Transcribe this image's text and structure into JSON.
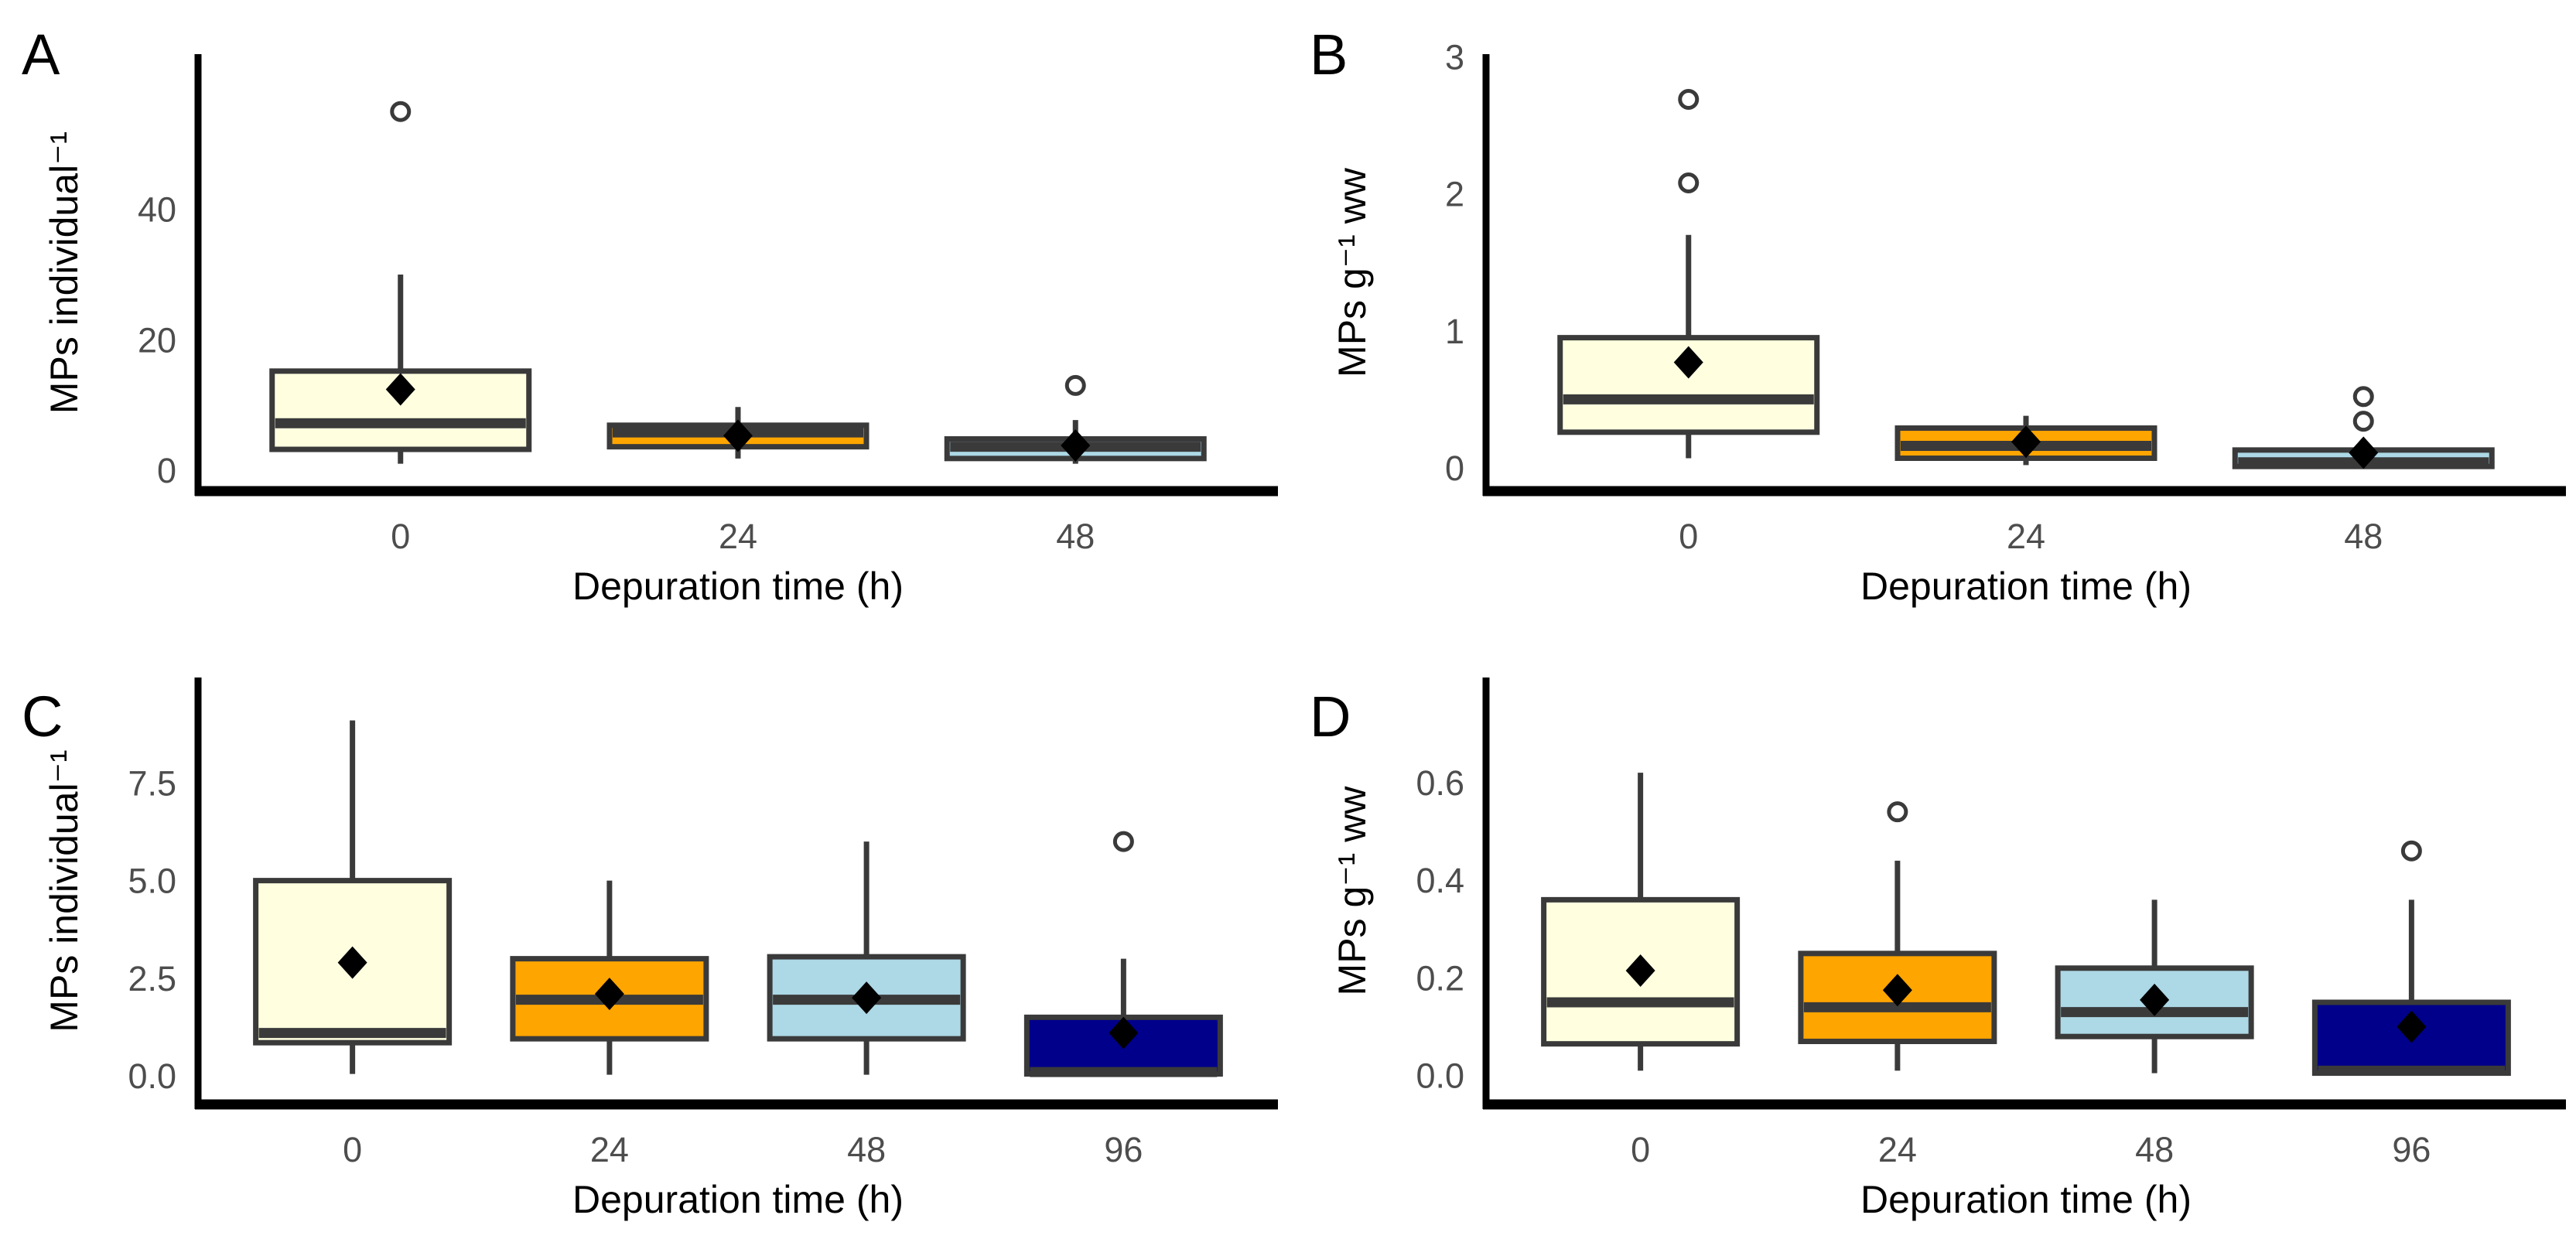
{
  "figure": {
    "background": "#FFFFFF",
    "ink_color": "#3A3A3A",
    "axis_line_color": "#000000",
    "tick_label_color": "#4D4D4D",
    "text_color": "#000000",
    "mean_marker_color": "#000000"
  },
  "chart_data": {
    "type": "boxplot",
    "layout": "2x2-panels",
    "legend": "none",
    "grid": "off",
    "panels": [
      {
        "label": "A",
        "ylabel": "MPs individual⁻¹",
        "xlabel": "Depuration time (h)",
        "categories": [
          "0",
          "24",
          "48"
        ],
        "ylim": [
          -3.2,
          63.8
        ],
        "yticks": [
          {
            "value": 0,
            "label": "0"
          },
          {
            "value": 20,
            "label": "20"
          },
          {
            "value": 40,
            "label": "40"
          }
        ],
        "groups": [
          {
            "category": "0",
            "fill": "#FFFFE0",
            "whisker_low": 1.0,
            "q1": 3.2,
            "median": 7.2,
            "q3": 15.2,
            "whisker_high": 30.0,
            "mean": 12.4,
            "outliers": [
              55.0
            ]
          },
          {
            "category": "24",
            "fill": "#FFA500",
            "whisker_low": 1.8,
            "q1": 3.6,
            "median": 5.8,
            "q3": 6.9,
            "whisker_high": 9.7,
            "mean": 5.3,
            "outliers": []
          },
          {
            "category": "48",
            "fill": "#ADD8E6",
            "whisker_low": 1.0,
            "q1": 1.8,
            "median": 3.6,
            "q3": 4.8,
            "whisker_high": 7.7,
            "mean": 3.8,
            "outliers": [
              13.0
            ]
          }
        ]
      },
      {
        "label": "B",
        "ylabel": "MPs g⁻¹ ww",
        "xlabel": "Depuration time (h)",
        "categories": [
          "0",
          "24",
          "48"
        ],
        "ylim": [
          -0.17,
          3.02
        ],
        "yticks": [
          {
            "value": 0,
            "label": "0"
          },
          {
            "value": 1,
            "label": "1"
          },
          {
            "value": 2,
            "label": "2"
          },
          {
            "value": 3,
            "label": "3"
          }
        ],
        "groups": [
          {
            "category": "0",
            "fill": "#FFFFE0",
            "whisker_low": 0.07,
            "q1": 0.26,
            "median": 0.5,
            "q3": 0.95,
            "whisker_high": 1.7,
            "mean": 0.77,
            "outliers": [
              2.08,
              2.69
            ]
          },
          {
            "category": "24",
            "fill": "#FFA500",
            "whisker_low": 0.02,
            "q1": 0.07,
            "median": 0.16,
            "q3": 0.29,
            "whisker_high": 0.38,
            "mean": 0.19,
            "outliers": []
          },
          {
            "category": "48",
            "fill": "#ADD8E6",
            "whisker_low": 0.0,
            "q1": 0.01,
            "median": 0.04,
            "q3": 0.13,
            "whisker_high": 0.21,
            "mean": 0.11,
            "outliers": [
              0.34,
              0.52
            ]
          }
        ]
      },
      {
        "label": "C",
        "ylabel": "MPs individual⁻¹",
        "xlabel": "Depuration time (h)",
        "categories": [
          "0",
          "24",
          "48",
          "96"
        ],
        "ylim": [
          -0.73,
          10.2
        ],
        "yticks": [
          {
            "value": 0.0,
            "label": "0.0"
          },
          {
            "value": 2.5,
            "label": "2.5"
          },
          {
            "value": 5.0,
            "label": "5.0"
          },
          {
            "value": 7.5,
            "label": "7.5"
          }
        ],
        "groups": [
          {
            "category": "0",
            "fill": "#FFFFE0",
            "whisker_low": 0.05,
            "q1": 0.85,
            "median": 1.1,
            "q3": 5.0,
            "whisker_high": 9.1,
            "mean": 2.9,
            "outliers": []
          },
          {
            "category": "24",
            "fill": "#FFA500",
            "whisker_low": 0.03,
            "q1": 0.95,
            "median": 1.95,
            "q3": 3.0,
            "whisker_high": 5.0,
            "mean": 2.1,
            "outliers": []
          },
          {
            "category": "48",
            "fill": "#ADD8E6",
            "whisker_low": 0.03,
            "q1": 0.95,
            "median": 1.95,
            "q3": 3.05,
            "whisker_high": 6.0,
            "mean": 2.0,
            "outliers": []
          },
          {
            "category": "96",
            "fill": "#00008B",
            "whisker_low": 0.0,
            "q1": 0.05,
            "median": 0.1,
            "q3": 1.5,
            "whisker_high": 3.0,
            "mean": 1.1,
            "outliers": [
              6.0
            ]
          }
        ]
      },
      {
        "label": "D",
        "ylabel": "MPs g⁻¹ ww",
        "xlabel": "Depuration time (h)",
        "categories": [
          "0",
          "24",
          "48",
          "96"
        ],
        "ylim": [
          -0.059,
          0.815
        ],
        "yticks": [
          {
            "value": 0.0,
            "label": "0.0"
          },
          {
            "value": 0.2,
            "label": "0.2"
          },
          {
            "value": 0.4,
            "label": "0.4"
          },
          {
            "value": 0.6,
            "label": "0.6"
          }
        ],
        "groups": [
          {
            "category": "0",
            "fill": "#FFFFE0",
            "whisker_low": 0.01,
            "q1": 0.065,
            "median": 0.15,
            "q3": 0.36,
            "whisker_high": 0.62,
            "mean": 0.215,
            "outliers": []
          },
          {
            "category": "24",
            "fill": "#FFA500",
            "whisker_low": 0.01,
            "q1": 0.07,
            "median": 0.14,
            "q3": 0.25,
            "whisker_high": 0.44,
            "mean": 0.175,
            "outliers": [
              0.54
            ]
          },
          {
            "category": "48",
            "fill": "#ADD8E6",
            "whisker_low": 0.005,
            "q1": 0.08,
            "median": 0.13,
            "q3": 0.22,
            "whisker_high": 0.36,
            "mean": 0.155,
            "outliers": []
          },
          {
            "category": "96",
            "fill": "#00008B",
            "whisker_low": 0.0,
            "q1": 0.005,
            "median": 0.01,
            "q3": 0.15,
            "whisker_high": 0.36,
            "mean": 0.1,
            "outliers": [
              0.46
            ]
          }
        ]
      }
    ]
  }
}
